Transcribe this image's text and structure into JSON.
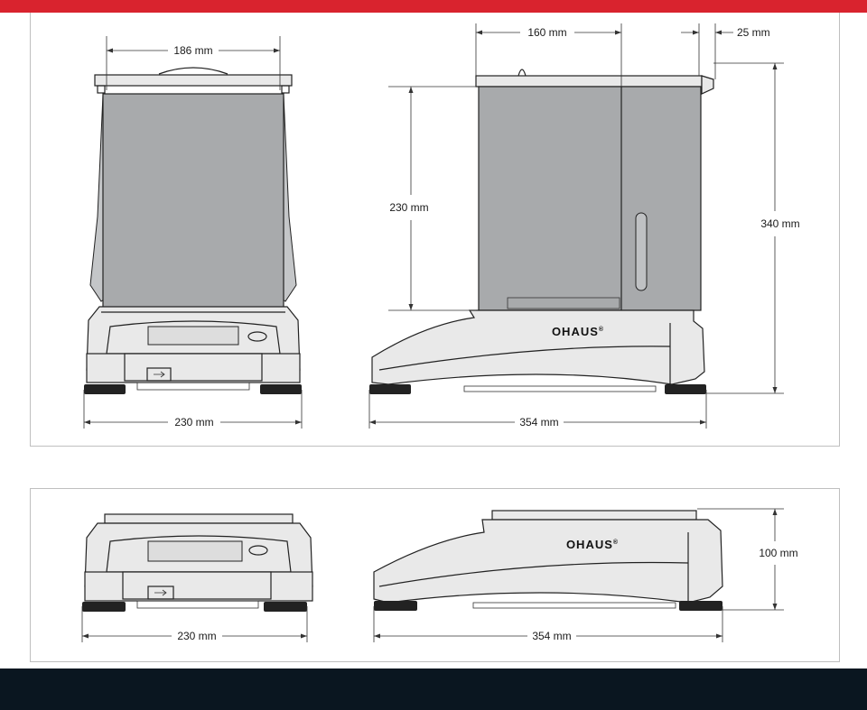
{
  "colors": {
    "accent": "#d9232e",
    "footer": "#0a1620",
    "glass": "#a8aaac"
  },
  "brand": "OHAUS",
  "brand_mark": "®",
  "top": {
    "front_draftshield_width": "186 mm",
    "front_base_width": "230 mm",
    "side_draftshield_depth": "160 mm",
    "side_overhang": "25 mm",
    "side_chamber_height": "230 mm",
    "side_total_height": "340 mm",
    "side_base_depth": "354 mm"
  },
  "bottom": {
    "front_base_width": "230 mm",
    "side_base_depth": "354 mm",
    "side_height": "100 mm"
  }
}
